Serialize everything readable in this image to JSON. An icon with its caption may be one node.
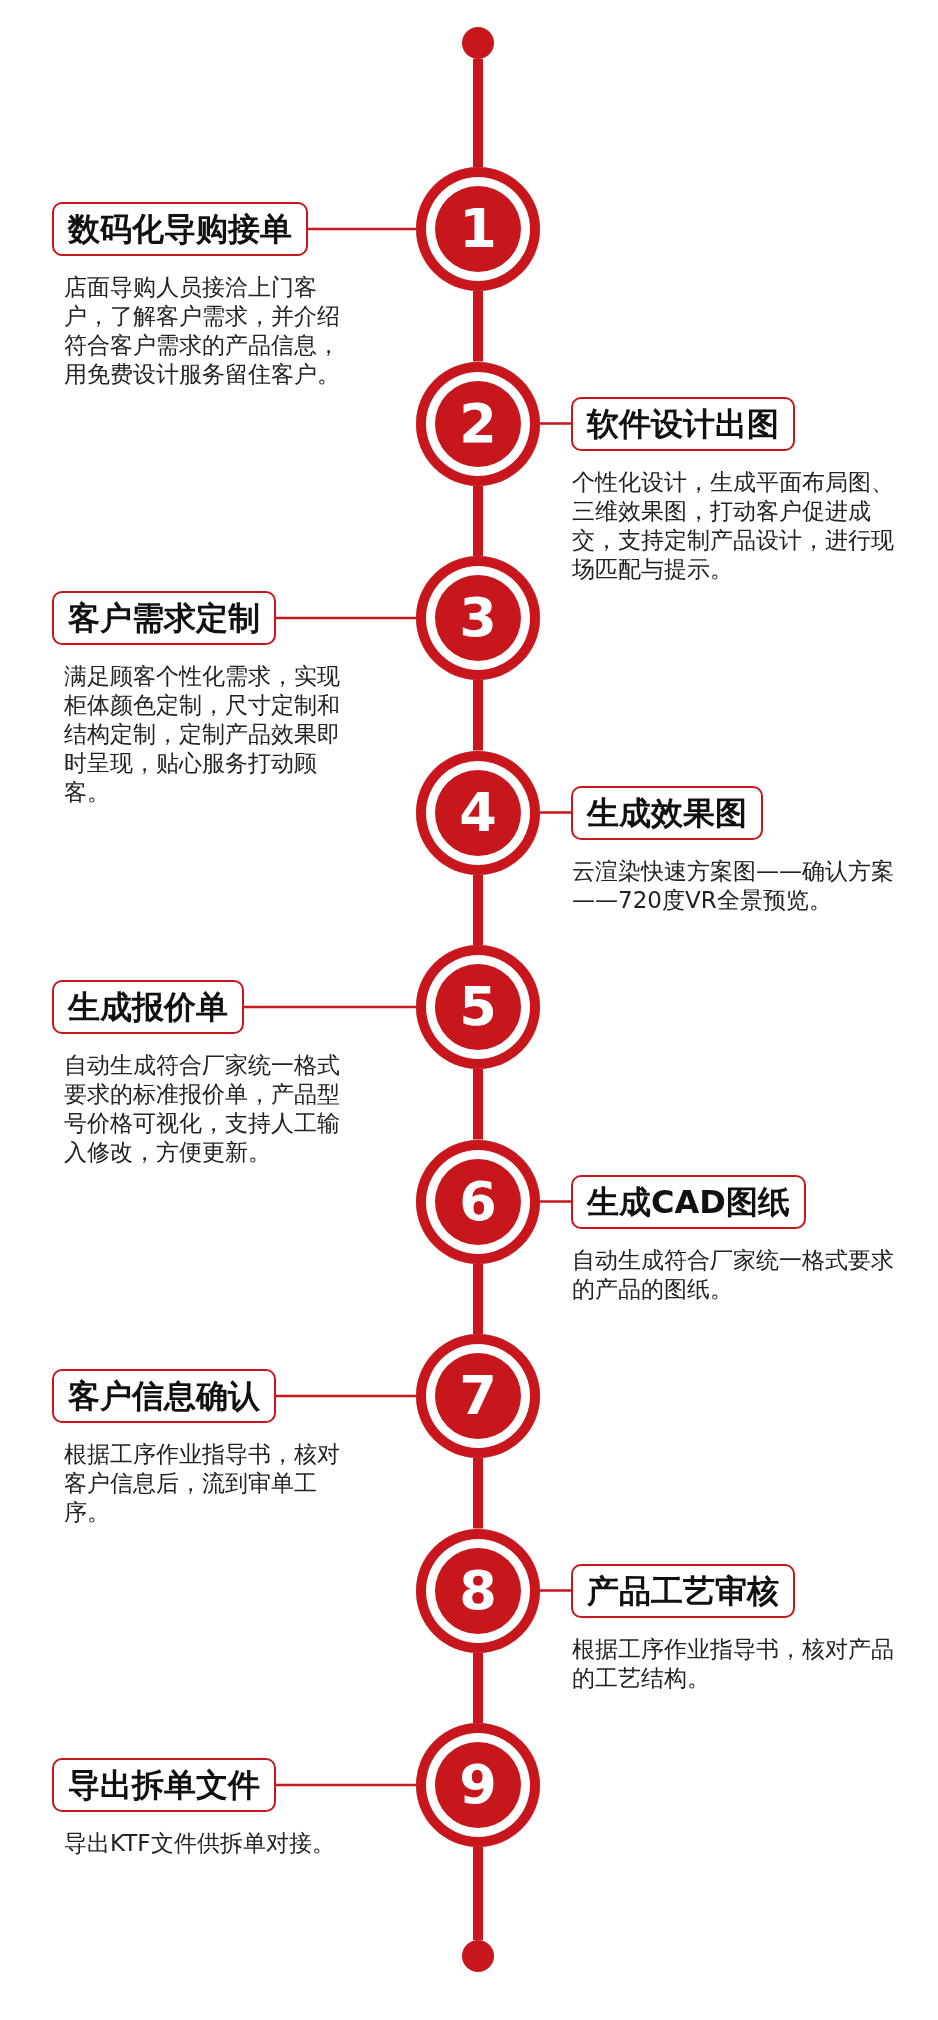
{
  "diagram": {
    "nodes": [
      {
        "text": [],
        "shape": "circle"
      },
      {
        "text": [
          "1"
        ]
      },
      {
        "text": [
          "数码化导购接单"
        ],
        "beside": [
          "店面导购人员接洽上门客户，了解客户需求，并介绍符合客户需求的产品信息，用免费设计服务留住客户。"
        ]
      },
      {
        "text": [
          "2"
        ]
      },
      {
        "text": [
          "软件设计出图"
        ],
        "beside": [
          "个性化设计，生成平面布局图、三维效果图，打动客户促进成交，支持定制产品设计，进行现场匹配与提示。"
        ]
      },
      {
        "text": [
          "3"
        ]
      },
      {
        "text": [
          "客户需求定制"
        ],
        "beside": [
          "满足顾客个性化需求，实现柜体颜色定制，尺寸定制和结构定制，定制产品效果即时呈现，贴心服务打动顾客。"
        ]
      },
      {
        "text": [
          "4"
        ]
      },
      {
        "text": [
          "生成效果图"
        ],
        "beside": [
          "云渲染快速方案图——确认方案——720度VR全景预览。"
        ]
      },
      {
        "text": [
          "5"
        ]
      },
      {
        "text": [
          "生成报价单"
        ],
        "beside": [
          "自动生成符合厂家统一格式要求的标准报价单，产品型号价格可视化，支持人工输入修改，方便更新。"
        ]
      },
      {
        "text": [
          "6"
        ]
      },
      {
        "text": [
          "生成CAD图纸"
        ],
        "beside": [
          "自动生成符合厂家统一格式要求的产品的图纸。"
        ]
      },
      {
        "text": [
          "7"
        ]
      },
      {
        "text": [
          "客户信息确认"
        ],
        "beside": [
          "根据工序作业指导书，核对客户信息后，流到审单工序。"
        ]
      },
      {
        "text": [
          "8"
        ]
      },
      {
        "text": [
          "产品工艺审核"
        ],
        "beside": [
          "根据工序作业指导书，核对产品的工艺结构。"
        ]
      },
      {
        "text": [
          "9"
        ]
      },
      {
        "text": [
          "导出拆单文件"
        ],
        "beside": [
          "导出KTF文件供拆单对接。"
        ]
      },
      {
        "text": [],
        "shape": "circle"
      }
    ],
    "edges": [
      {
        "from": 0,
        "to": 1,
        "arrow": "none"
      },
      {
        "from": 1,
        "to": 2,
        "arrow": "none"
      },
      {
        "from": 1,
        "to": 3,
        "arrow": "none"
      },
      {
        "from": 3,
        "to": 4,
        "arrow": "none"
      },
      {
        "from": 3,
        "to": 5,
        "arrow": "none"
      },
      {
        "from": 5,
        "to": 6,
        "arrow": "none"
      },
      {
        "from": 5,
        "to": 7,
        "arrow": "none"
      },
      {
        "from": 7,
        "to": 8,
        "arrow": "none"
      },
      {
        "from": 7,
        "to": 9,
        "arrow": "none"
      },
      {
        "from": 9,
        "to": 10,
        "arrow": "none"
      },
      {
        "from": 9,
        "to": 11,
        "arrow": "none"
      },
      {
        "from": 11,
        "to": 12,
        "arrow": "none"
      },
      {
        "from": 11,
        "to": 13,
        "arrow": "none"
      },
      {
        "from": 13,
        "to": 14,
        "arrow": "none"
      },
      {
        "from": 13,
        "to": 15,
        "arrow": "none"
      },
      {
        "from": 15,
        "to": 16,
        "arrow": "none"
      },
      {
        "from": 15,
        "to": 17,
        "arrow": "none"
      },
      {
        "from": 17,
        "to": 18,
        "arrow": "none"
      },
      {
        "from": 17,
        "to": 19,
        "arrow": "none"
      }
    ]
  }
}
